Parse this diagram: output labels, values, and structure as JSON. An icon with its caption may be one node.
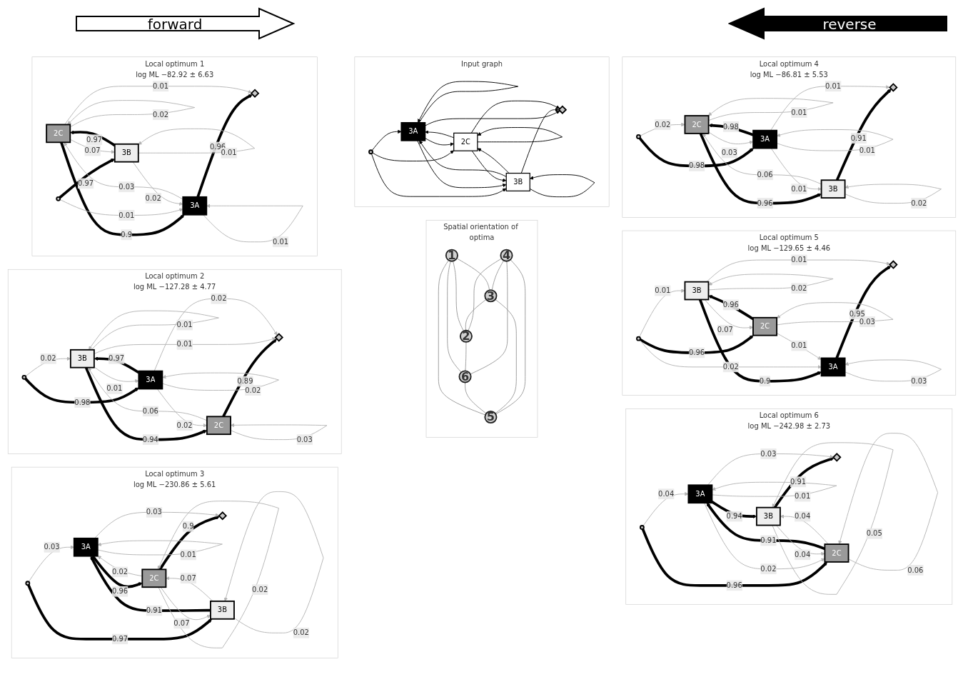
{
  "diagram": {
    "nodes": [
      {
        "text": [
          "Local optimum 1",
          "log ML −82.92 ± 6.63"
        ]
      },
      {
        "text": [
          "2C"
        ],
        "in": 0
      },
      {
        "text": [],
        "shape": "circle",
        "in": 0
      },
      {
        "text": [],
        "shape": "diamond",
        "in": 0
      },
      {
        "text": [
          "3B"
        ],
        "in": 0
      },
      {
        "text": [
          "3A"
        ],
        "in": 0
      },
      {
        "text": [
          "Local optimum 2",
          "log ML −127.28 ± 4.77"
        ]
      },
      {
        "text": [
          "3B"
        ],
        "in": 6
      },
      {
        "text": [],
        "shape": "circle",
        "in": 6
      },
      {
        "text": [],
        "shape": "diamond",
        "in": 6
      },
      {
        "text": [
          "3A"
        ],
        "in": 6
      },
      {
        "text": [
          "2C"
        ],
        "in": 6
      },
      {
        "text": [
          "Local optimum 3",
          "log ML −230.86 ± 5.61"
        ]
      },
      {
        "text": [
          "3A"
        ],
        "in": 12
      },
      {
        "text": [],
        "shape": "circle",
        "in": 12
      },
      {
        "text": [],
        "shape": "diamond",
        "in": 12
      },
      {
        "text": [
          "3B"
        ],
        "in": 12
      },
      {
        "text": [
          "2C"
        ],
        "in": 12
      },
      {
        "text": [
          "Input graph"
        ]
      },
      {
        "text": [
          "3A"
        ],
        "in": 18
      },
      {
        "text": [],
        "shape": "circle",
        "in": 18
      },
      {
        "text": [],
        "shape": "diamond",
        "in": 18
      },
      {
        "text": [
          "2C"
        ],
        "in": 18
      },
      {
        "text": [
          "3B"
        ],
        "in": 18
      },
      {
        "text": [
          "Spatial orientation of optima"
        ]
      },
      {
        "text": [
          "1"
        ],
        "in": 24
      },
      {
        "text": [
          "2"
        ],
        "in": 24
      },
      {
        "text": [
          "6"
        ],
        "in": 24
      },
      {
        "text": [
          "3"
        ],
        "in": 24
      },
      {
        "text": [
          "5"
        ],
        "in": 24
      },
      {
        "text": [
          "4"
        ],
        "in": 24
      },
      {
        "text": [
          "Local optimum 4",
          "log ML −86.81 ± 5.53"
        ]
      },
      {
        "text": [
          "2C"
        ],
        "in": 31
      },
      {
        "text": [],
        "shape": "circle",
        "in": 31
      },
      {
        "text": [],
        "shape": "diamond",
        "in": 31
      },
      {
        "text": [
          "3A"
        ],
        "in": 31
      },
      {
        "text": [
          "3B"
        ],
        "in": 31
      },
      {
        "text": [
          "Local optimum 5",
          "log ML −129.65 ± 4.46"
        ]
      },
      {
        "text": [
          "3B"
        ],
        "in": 37
      },
      {
        "text": [],
        "shape": "circle",
        "in": 37
      },
      {
        "text": [],
        "shape": "diamond",
        "in": 37
      },
      {
        "text": [
          "2C"
        ],
        "in": 37
      },
      {
        "text": [
          "3A"
        ],
        "in": 37
      },
      {
        "text": [
          "Local optimum 6",
          "log ML −242.98 ± 2.73"
        ]
      },
      {
        "text": [
          "3A"
        ],
        "in": 43
      },
      {
        "text": [],
        "shape": "circle",
        "in": 43
      },
      {
        "text": [],
        "shape": "diamond",
        "in": 43
      },
      {
        "text": [
          "2C"
        ],
        "in": 43
      },
      {
        "text": [
          "3B"
        ],
        "in": 43
      }
    ],
    "edges": [
      {
        "from": 2,
        "to": 4,
        "arrow": "to",
        "label": "0.97",
        "style": "thick",
        "color": "#000000"
      },
      {
        "from": 4,
        "to": 1,
        "arrow": "to",
        "label": "0.97",
        "style": "thick",
        "color": "#000000"
      },
      {
        "from": 1,
        "to": 5,
        "arrow": "to",
        "label": "0.9",
        "style": "thick",
        "color": "#000000"
      },
      {
        "from": 5,
        "to": 3,
        "arrow": "to",
        "label": "0.96",
        "style": "thick",
        "color": "#000000"
      },
      {
        "from": 1,
        "to": 1,
        "arrow": "to",
        "label": "0.02",
        "color": "#b4b4b4"
      },
      {
        "from": 1,
        "to": 3,
        "arrow": "to",
        "label": "0.01",
        "color": "#b4b4b4"
      },
      {
        "from": 5,
        "to": 1,
        "arrow": "to",
        "label": "0.03",
        "color": "#b4b4b4"
      },
      {
        "from": 1,
        "to": 4,
        "arrow": "to",
        "label": "0.07",
        "color": "#b4b4b4"
      },
      {
        "from": 2,
        "to": 5,
        "arrow": "to",
        "label": "0.01",
        "color": "#b4b4b4"
      },
      {
        "from": 4,
        "to": 5,
        "arrow": "to",
        "label": "0.02",
        "color": "#b4b4b4"
      },
      {
        "from": 4,
        "to": 4,
        "arrow": "to",
        "label": "0.01",
        "color": "#b4b4b4"
      },
      {
        "from": 5,
        "to": 5,
        "arrow": "to",
        "label": "0.01",
        "color": "#b4b4b4"
      },
      {
        "from": 8,
        "to": 7,
        "arrow": "to",
        "label": "0.02",
        "color": "#b4b4b4"
      },
      {
        "from": 8,
        "to": 10,
        "arrow": "to",
        "label": "0.98",
        "style": "thick",
        "color": "#000000"
      },
      {
        "from": 10,
        "to": 7,
        "arrow": "to",
        "label": "0.97",
        "style": "thick",
        "color": "#000000"
      },
      {
        "from": 7,
        "to": 11,
        "arrow": "to",
        "label": "0.94",
        "style": "thick",
        "color": "#000000"
      },
      {
        "from": 11,
        "to": 9,
        "arrow": "to",
        "label": "0.89",
        "style": "thick",
        "color": "#000000"
      },
      {
        "from": 7,
        "to": 7,
        "arrow": "to",
        "label": "0.01",
        "color": "#b4b4b4"
      },
      {
        "from": 7,
        "to": 10,
        "arrow": "to",
        "label": "0.01",
        "color": "#b4b4b4"
      },
      {
        "from": 7,
        "to": 9,
        "arrow": "to",
        "label": "0.01",
        "color": "#b4b4b4"
      },
      {
        "from": 11,
        "to": 7,
        "arrow": "to",
        "label": "0.06",
        "color": "#b4b4b4"
      },
      {
        "from": 10,
        "to": 9,
        "arrow": "to",
        "label": "0.02",
        "color": "#b4b4b4"
      },
      {
        "from": 10,
        "to": 11,
        "arrow": "to",
        "label": "0.02",
        "color": "#b4b4b4"
      },
      {
        "from": 10,
        "to": 10,
        "arrow": "to",
        "label": "0.02",
        "color": "#b4b4b4"
      },
      {
        "from": 11,
        "to": 11,
        "arrow": "to",
        "label": "0.03",
        "color": "#b4b4b4"
      },
      {
        "from": 14,
        "to": 13,
        "arrow": "to",
        "label": "0.03",
        "color": "#b4b4b4"
      },
      {
        "from": 14,
        "to": 16,
        "arrow": "to",
        "label": "0.97",
        "style": "thick",
        "color": "#000000"
      },
      {
        "from": 16,
        "to": 13,
        "arrow": "to",
        "label": "0.91",
        "style": "thick",
        "color": "#000000"
      },
      {
        "from": 13,
        "to": 17,
        "arrow": "to",
        "label": "0.96",
        "style": "thick",
        "color": "#000000"
      },
      {
        "from": 17,
        "to": 15,
        "arrow": "to",
        "label": "0.9",
        "style": "thick",
        "color": "#000000"
      },
      {
        "from": 13,
        "to": 13,
        "arrow": "to",
        "label": "0.01",
        "color": "#b4b4b4"
      },
      {
        "from": 13,
        "to": 15,
        "arrow": "to",
        "label": "0.03",
        "color": "#b4b4b4"
      },
      {
        "from": 17,
        "to": 13,
        "arrow": "to",
        "label": "0.02",
        "color": "#b4b4b4"
      },
      {
        "from": 17,
        "to": 16,
        "arrow": "to",
        "label": "0.07",
        "color": "#b4b4b4"
      },
      {
        "from": 16,
        "to": 17,
        "arrow": "to",
        "label": "0.07",
        "color": "#b4b4b4"
      },
      {
        "from": 16,
        "to": 16,
        "arrow": "to",
        "label": "0.02",
        "color": "#b4b4b4"
      },
      {
        "from": 17,
        "to": 17,
        "arrow": "to",
        "label": "0.02",
        "color": "#b4b4b4"
      },
      {
        "from": 19,
        "to": 19,
        "arrow": "to",
        "color": "#000000"
      },
      {
        "from": 20,
        "to": 19,
        "arrow": "to",
        "color": "#000000"
      },
      {
        "from": 20,
        "to": 22,
        "arrow": "to",
        "color": "#000000"
      },
      {
        "from": 20,
        "to": 23,
        "arrow": "to",
        "color": "#000000"
      },
      {
        "from": 19,
        "to": 21,
        "arrow": "to",
        "color": "#000000"
      },
      {
        "from": 23,
        "to": 21,
        "arrow": "to",
        "color": "#000000"
      },
      {
        "from": 22,
        "to": 21,
        "arrow": "to",
        "color": "#000000"
      },
      {
        "from": 22,
        "to": 19,
        "arrow": "to",
        "color": "#000000"
      },
      {
        "from": 19,
        "to": 22,
        "arrow": "to",
        "color": "#000000"
      },
      {
        "from": 19,
        "to": 23,
        "arrow": "to",
        "color": "#000000"
      },
      {
        "from": 23,
        "to": 19,
        "arrow": "to",
        "color": "#000000"
      },
      {
        "from": 22,
        "to": 23,
        "arrow": "to",
        "color": "#000000"
      },
      {
        "from": 23,
        "to": 22,
        "arrow": "to",
        "color": "#000000"
      },
      {
        "from": 22,
        "to": 22,
        "arrow": "to",
        "color": "#000000"
      },
      {
        "from": 23,
        "to": 23,
        "arrow": "to",
        "color": "#000000"
      },
      {
        "from": 25,
        "to": 26,
        "arrow": "none",
        "color": "#999999"
      },
      {
        "from": 25,
        "to": 27,
        "arrow": "none",
        "color": "#999999"
      },
      {
        "from": 25,
        "to": 28,
        "arrow": "none",
        "color": "#999999"
      },
      {
        "from": 25,
        "to": 29,
        "arrow": "none",
        "color": "#999999"
      },
      {
        "from": 28,
        "to": 26,
        "arrow": "none",
        "color": "#999999"
      },
      {
        "from": 26,
        "to": 27,
        "arrow": "none",
        "color": "#999999"
      },
      {
        "from": 27,
        "to": 29,
        "arrow": "none",
        "color": "#999999"
      },
      {
        "from": 28,
        "to": 29,
        "arrow": "none",
        "color": "#999999"
      },
      {
        "from": 30,
        "to": 28,
        "arrow": "none",
        "color": "#999999"
      },
      {
        "from": 30,
        "to": 26,
        "arrow": "none",
        "color": "#999999"
      },
      {
        "from": 30,
        "to": 27,
        "arrow": "none",
        "color": "#999999"
      },
      {
        "from": 30,
        "to": 29,
        "arrow": "none",
        "color": "#999999"
      },
      {
        "from": 33,
        "to": 32,
        "arrow": "to",
        "label": "0.02",
        "color": "#b4b4b4"
      },
      {
        "from": 33,
        "to": 35,
        "arrow": "to",
        "label": "0.98",
        "style": "thick",
        "color": "#000000"
      },
      {
        "from": 35,
        "to": 32,
        "arrow": "to",
        "label": "0.98",
        "style": "thick",
        "color": "#000000"
      },
      {
        "from": 32,
        "to": 36,
        "arrow": "to",
        "label": "0.96",
        "style": "thick",
        "color": "#000000"
      },
      {
        "from": 36,
        "to": 34,
        "arrow": "to",
        "label": "0.91",
        "style": "thick",
        "color": "#000000"
      },
      {
        "from": 32,
        "to": 32,
        "arrow": "to",
        "label": "0.01",
        "color": "#b4b4b4"
      },
      {
        "from": 32,
        "to": 35,
        "arrow": "to",
        "label": "0.03",
        "color": "#b4b4b4"
      },
      {
        "from": 36,
        "to": 32,
        "arrow": "to",
        "label": "0.06",
        "color": "#b4b4b4"
      },
      {
        "from": 35,
        "to": 34,
        "arrow": "to",
        "label": "0.01",
        "color": "#b4b4b4"
      },
      {
        "from": 35,
        "to": 36,
        "arrow": "to",
        "label": "0.01",
        "color": "#b4b4b4"
      },
      {
        "from": 35,
        "to": 35,
        "arrow": "to",
        "label": "0.01",
        "color": "#b4b4b4"
      },
      {
        "from": 36,
        "to": 36,
        "arrow": "to",
        "label": "0.02",
        "color": "#b4b4b4"
      },
      {
        "from": 39,
        "to": 38,
        "arrow": "to",
        "label": "0.01",
        "color": "#b4b4b4"
      },
      {
        "from": 39,
        "to": 41,
        "arrow": "to",
        "label": "0.96",
        "style": "thick",
        "color": "#000000"
      },
      {
        "from": 41,
        "to": 38,
        "arrow": "to",
        "label": "0.96",
        "style": "thick",
        "color": "#000000"
      },
      {
        "from": 38,
        "to": 42,
        "arrow": "to",
        "label": "0.9",
        "style": "thick",
        "color": "#000000"
      },
      {
        "from": 42,
        "to": 40,
        "arrow": "to",
        "label": "0.95",
        "style": "thick",
        "color": "#000000"
      },
      {
        "from": 38,
        "to": 38,
        "arrow": "to",
        "label": "0.02",
        "color": "#b4b4b4"
      },
      {
        "from": 38,
        "to": 40,
        "arrow": "to",
        "label": "0.01",
        "color": "#b4b4b4"
      },
      {
        "from": 38,
        "to": 41,
        "arrow": "to",
        "label": "0.07",
        "color": "#b4b4b4"
      },
      {
        "from": 39,
        "to": 42,
        "arrow": "to",
        "label": "0.02",
        "color": "#b4b4b4"
      },
      {
        "from": 41,
        "to": 42,
        "arrow": "to",
        "label": "0.01",
        "color": "#b4b4b4"
      },
      {
        "from": 41,
        "to": 41,
        "arrow": "to",
        "label": "0.03",
        "color": "#b4b4b4"
      },
      {
        "from": 42,
        "to": 42,
        "arrow": "to",
        "label": "0.03",
        "color": "#b4b4b4"
      },
      {
        "from": 45,
        "to": 44,
        "arrow": "to",
        "label": "0.04",
        "color": "#b4b4b4"
      },
      {
        "from": 45,
        "to": 47,
        "arrow": "to",
        "label": "0.96",
        "style": "thick",
        "color": "#000000"
      },
      {
        "from": 47,
        "to": 44,
        "arrow": "to",
        "label": "0.91",
        "style": "thick",
        "color": "#000000"
      },
      {
        "from": 44,
        "to": 48,
        "arrow": "to",
        "label": "0.94",
        "style": "thick",
        "color": "#000000"
      },
      {
        "from": 48,
        "to": 46,
        "arrow": "to",
        "label": "0.91",
        "style": "thick",
        "color": "#000000"
      },
      {
        "from": 44,
        "to": 44,
        "arrow": "to",
        "label": "0.01",
        "color": "#b4b4b4"
      },
      {
        "from": 44,
        "to": 46,
        "arrow": "to",
        "label": "0.03",
        "color": "#b4b4b4"
      },
      {
        "from": 44,
        "to": 47,
        "arrow": "to",
        "label": "0.02",
        "color": "#b4b4b4"
      },
      {
        "from": 48,
        "to": 47,
        "arrow": "to",
        "label": "0.04",
        "color": "#b4b4b4"
      },
      {
        "from": 47,
        "to": 48,
        "arrow": "to",
        "label": "0.04",
        "color": "#b4b4b4"
      },
      {
        "from": 47,
        "to": 47,
        "arrow": "to",
        "label": "0.06",
        "color": "#b4b4b4"
      },
      {
        "from": 48,
        "to": 48,
        "arrow": "to",
        "label": "0.05",
        "color": "#b4b4b4"
      }
    ],
    "labels": [
      "forward",
      "reverse"
    ]
  }
}
